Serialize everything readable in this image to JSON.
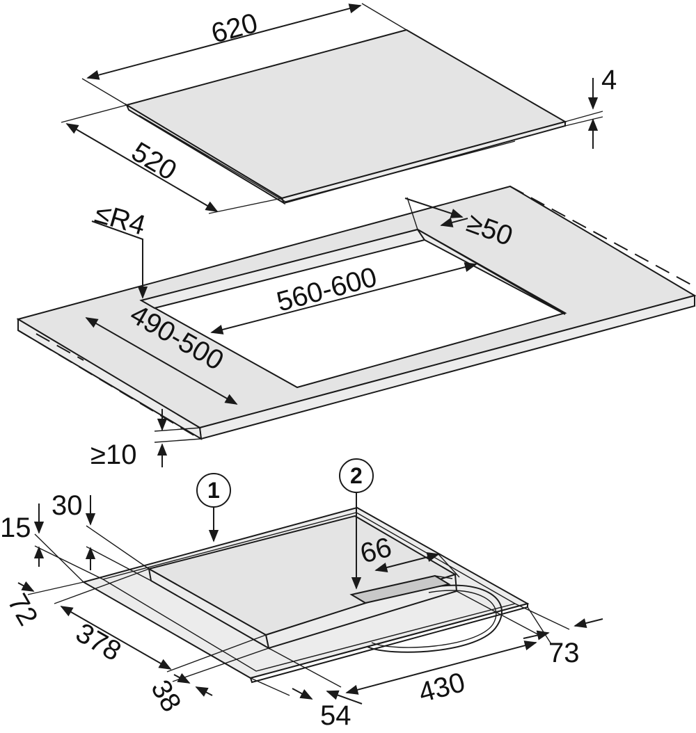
{
  "dimensions": {
    "hob_width": "620",
    "hob_depth": "520",
    "hob_thickness": "4",
    "corner_radius": "≤R4",
    "min_back_distance": "≥50",
    "cutout_width": "560-600",
    "cutout_depth": "490-500",
    "min_worktop_thickness": "≥10",
    "dim_15": "15",
    "dim_30": "30",
    "dim_66": "66",
    "dim_72": "72",
    "dim_378": "378",
    "dim_38": "38",
    "dim_54": "54",
    "dim_430": "430",
    "dim_73": "73"
  },
  "callouts": {
    "one": "1",
    "two": "2"
  },
  "colors": {
    "line": "#1a1a1a",
    "surface": "#e4e4e4",
    "side": "#ececec",
    "background": "#ffffff"
  }
}
